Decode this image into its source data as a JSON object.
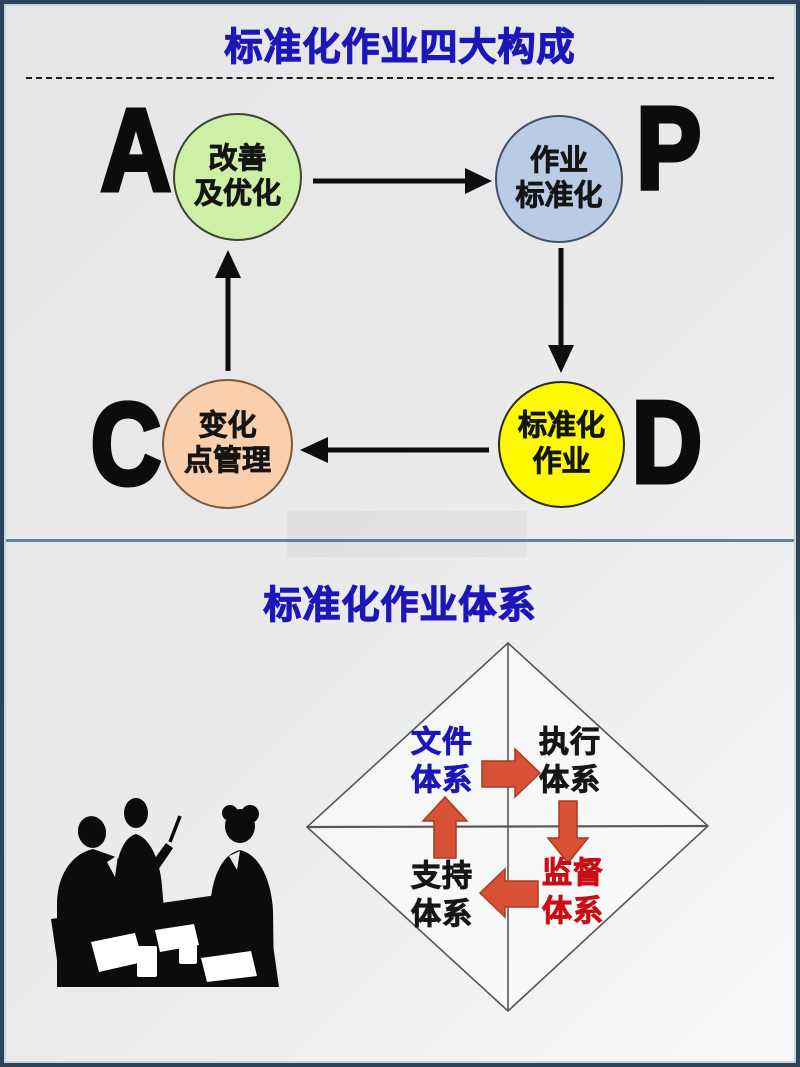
{
  "header": {
    "title": "标准化作业四大构成"
  },
  "pdca_cycle": {
    "nodes": [
      {
        "letter": "A",
        "line1": "改善",
        "line2": "及优化",
        "fill": "#cdf0a6",
        "border": "#3d4430"
      },
      {
        "letter": "P",
        "line1": "作业",
        "line2": "标准化",
        "fill": "#b9cce4",
        "border": "#41516b"
      },
      {
        "letter": "D",
        "line1": "标准化",
        "line2": "作业",
        "fill": "#fdf900",
        "border": "#2a2a18"
      },
      {
        "letter": "C",
        "line1": "变化",
        "line2": "点管理",
        "fill": "#f9cfae",
        "border": "#7a5a3a"
      }
    ],
    "arrow_color": "#0e0e0e"
  },
  "system_section": {
    "title": "标准化作业体系",
    "quadrants": [
      {
        "position": "top-left",
        "line1": "文件",
        "line2": "体系",
        "color": "#1c17b8"
      },
      {
        "position": "top-right",
        "line1": "执行",
        "line2": "体系",
        "color": "#161616"
      },
      {
        "position": "bottom-right",
        "line1": "监督",
        "line2": "体系",
        "color": "#cb0e16"
      },
      {
        "position": "bottom-left",
        "line1": "支持",
        "line2": "体系",
        "color": "#161616"
      }
    ],
    "flow_arrow_fill": "#d85136",
    "flow_arrow_stroke": "#a93a24",
    "illustration": "meeting-people-silhouette"
  },
  "colors": {
    "title_blue": "#1c17b8",
    "background": "#e9e9ea",
    "frame_border": "#2f4257",
    "separator": "#5d83a3",
    "diamond_stroke": "#58585a"
  }
}
